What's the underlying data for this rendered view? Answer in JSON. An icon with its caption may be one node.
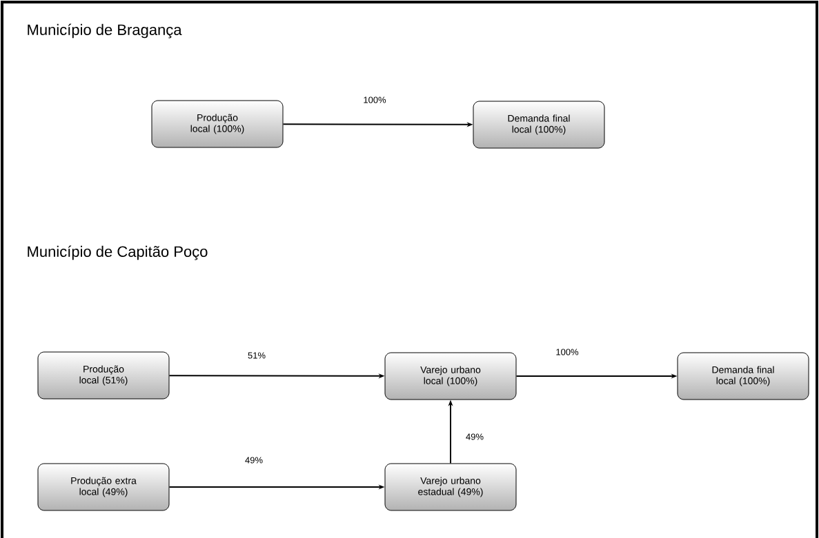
{
  "diagram": {
    "nodes": [
      {
        "text": [
          "Produção local (100%)"
        ]
      },
      {
        "text": [
          "Demanda final local (100%)"
        ]
      },
      {
        "text": [
          "Produção local (51%)"
        ]
      },
      {
        "text": [
          "Varejo urbano local (100%)"
        ]
      },
      {
        "text": [
          "Demanda final local (100%)"
        ]
      },
      {
        "text": [
          "Produção extra local (49%)"
        ]
      },
      {
        "text": [
          "Varejo urbano estadual (49%)"
        ]
      }
    ],
    "edges": [
      {
        "from": 0,
        "to": 1,
        "arrow": "to",
        "label": "100%"
      },
      {
        "from": 2,
        "to": 3,
        "arrow": "to",
        "label": "51%"
      },
      {
        "from": 3,
        "to": 4,
        "arrow": "to",
        "label": "100%"
      },
      {
        "from": 5,
        "to": 6,
        "arrow": "to",
        "label": "49%"
      },
      {
        "from": 6,
        "to": 3,
        "arrow": "to",
        "label": "49%"
      }
    ],
    "labels": [
      "Município de Bragança",
      "Município de Capitão Poço"
    ]
  }
}
